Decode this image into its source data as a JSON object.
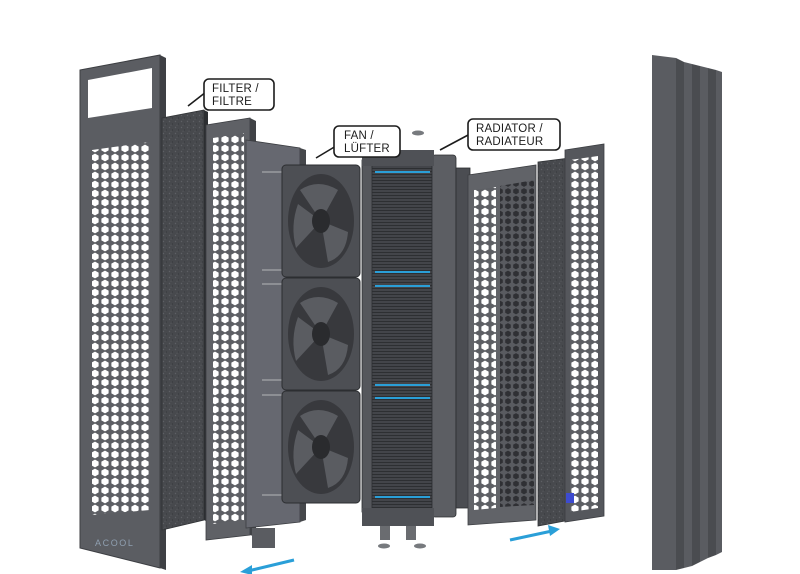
{
  "labels": {
    "filter": [
      "FILTER /",
      "FILTRE"
    ],
    "fan": [
      "FAN /",
      "LÜFTER"
    ],
    "radiator": [
      "RADIATOR /",
      "RADIATEUR"
    ]
  },
  "brand": "ACOOL",
  "colors": {
    "panel": "#5d5f64",
    "panel_dark": "#3f4145",
    "panel_light": "#7a7c81",
    "filter": "#4a4c50",
    "radiator_core": "#46484c",
    "fan": "#4b4d52",
    "accent_blue": "#2a9fd8",
    "label_border": "#1c1c1c"
  }
}
